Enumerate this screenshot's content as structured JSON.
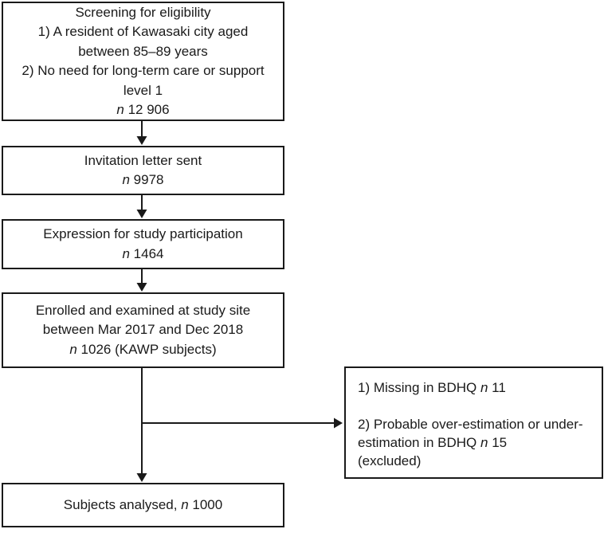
{
  "colors": {
    "line": "#1a1a1a",
    "text": "#1a1a1a",
    "background": "#ffffff"
  },
  "flow": {
    "screening": {
      "lines": [
        "Screening for eligibility",
        "1) A resident of Kawasaki city aged",
        "between 85–89 years",
        "2) No need for long-term care or support",
        "level 1"
      ],
      "n_italic": "n",
      "n_value": " 12 906"
    },
    "invitation": {
      "lines": [
        "Invitation letter sent"
      ],
      "n_italic": "n",
      "n_value": " 9978"
    },
    "expression": {
      "lines": [
        "Expression for study participation"
      ],
      "n_italic": "n",
      "n_value": " 1464"
    },
    "enrolled": {
      "lines": [
        "Enrolled and examined at study site",
        "between Mar 2017 and Dec 2018"
      ],
      "n_italic": "n",
      "n_value": " 1026 (KAWP subjects)"
    },
    "exclusion": {
      "line1_pre": "1) Missing in BDHQ ",
      "line1_n": "n",
      "line1_post": " 11",
      "line2": "2) Probable over-estimation or under-",
      "line3_pre": "estimation in BDHQ ",
      "line3_n": "n",
      "line3_post": " 15",
      "line4": "(excluded)"
    },
    "analysed": {
      "pre": "Subjects analysed, ",
      "n_italic": "n",
      "n_value": " 1000"
    }
  }
}
